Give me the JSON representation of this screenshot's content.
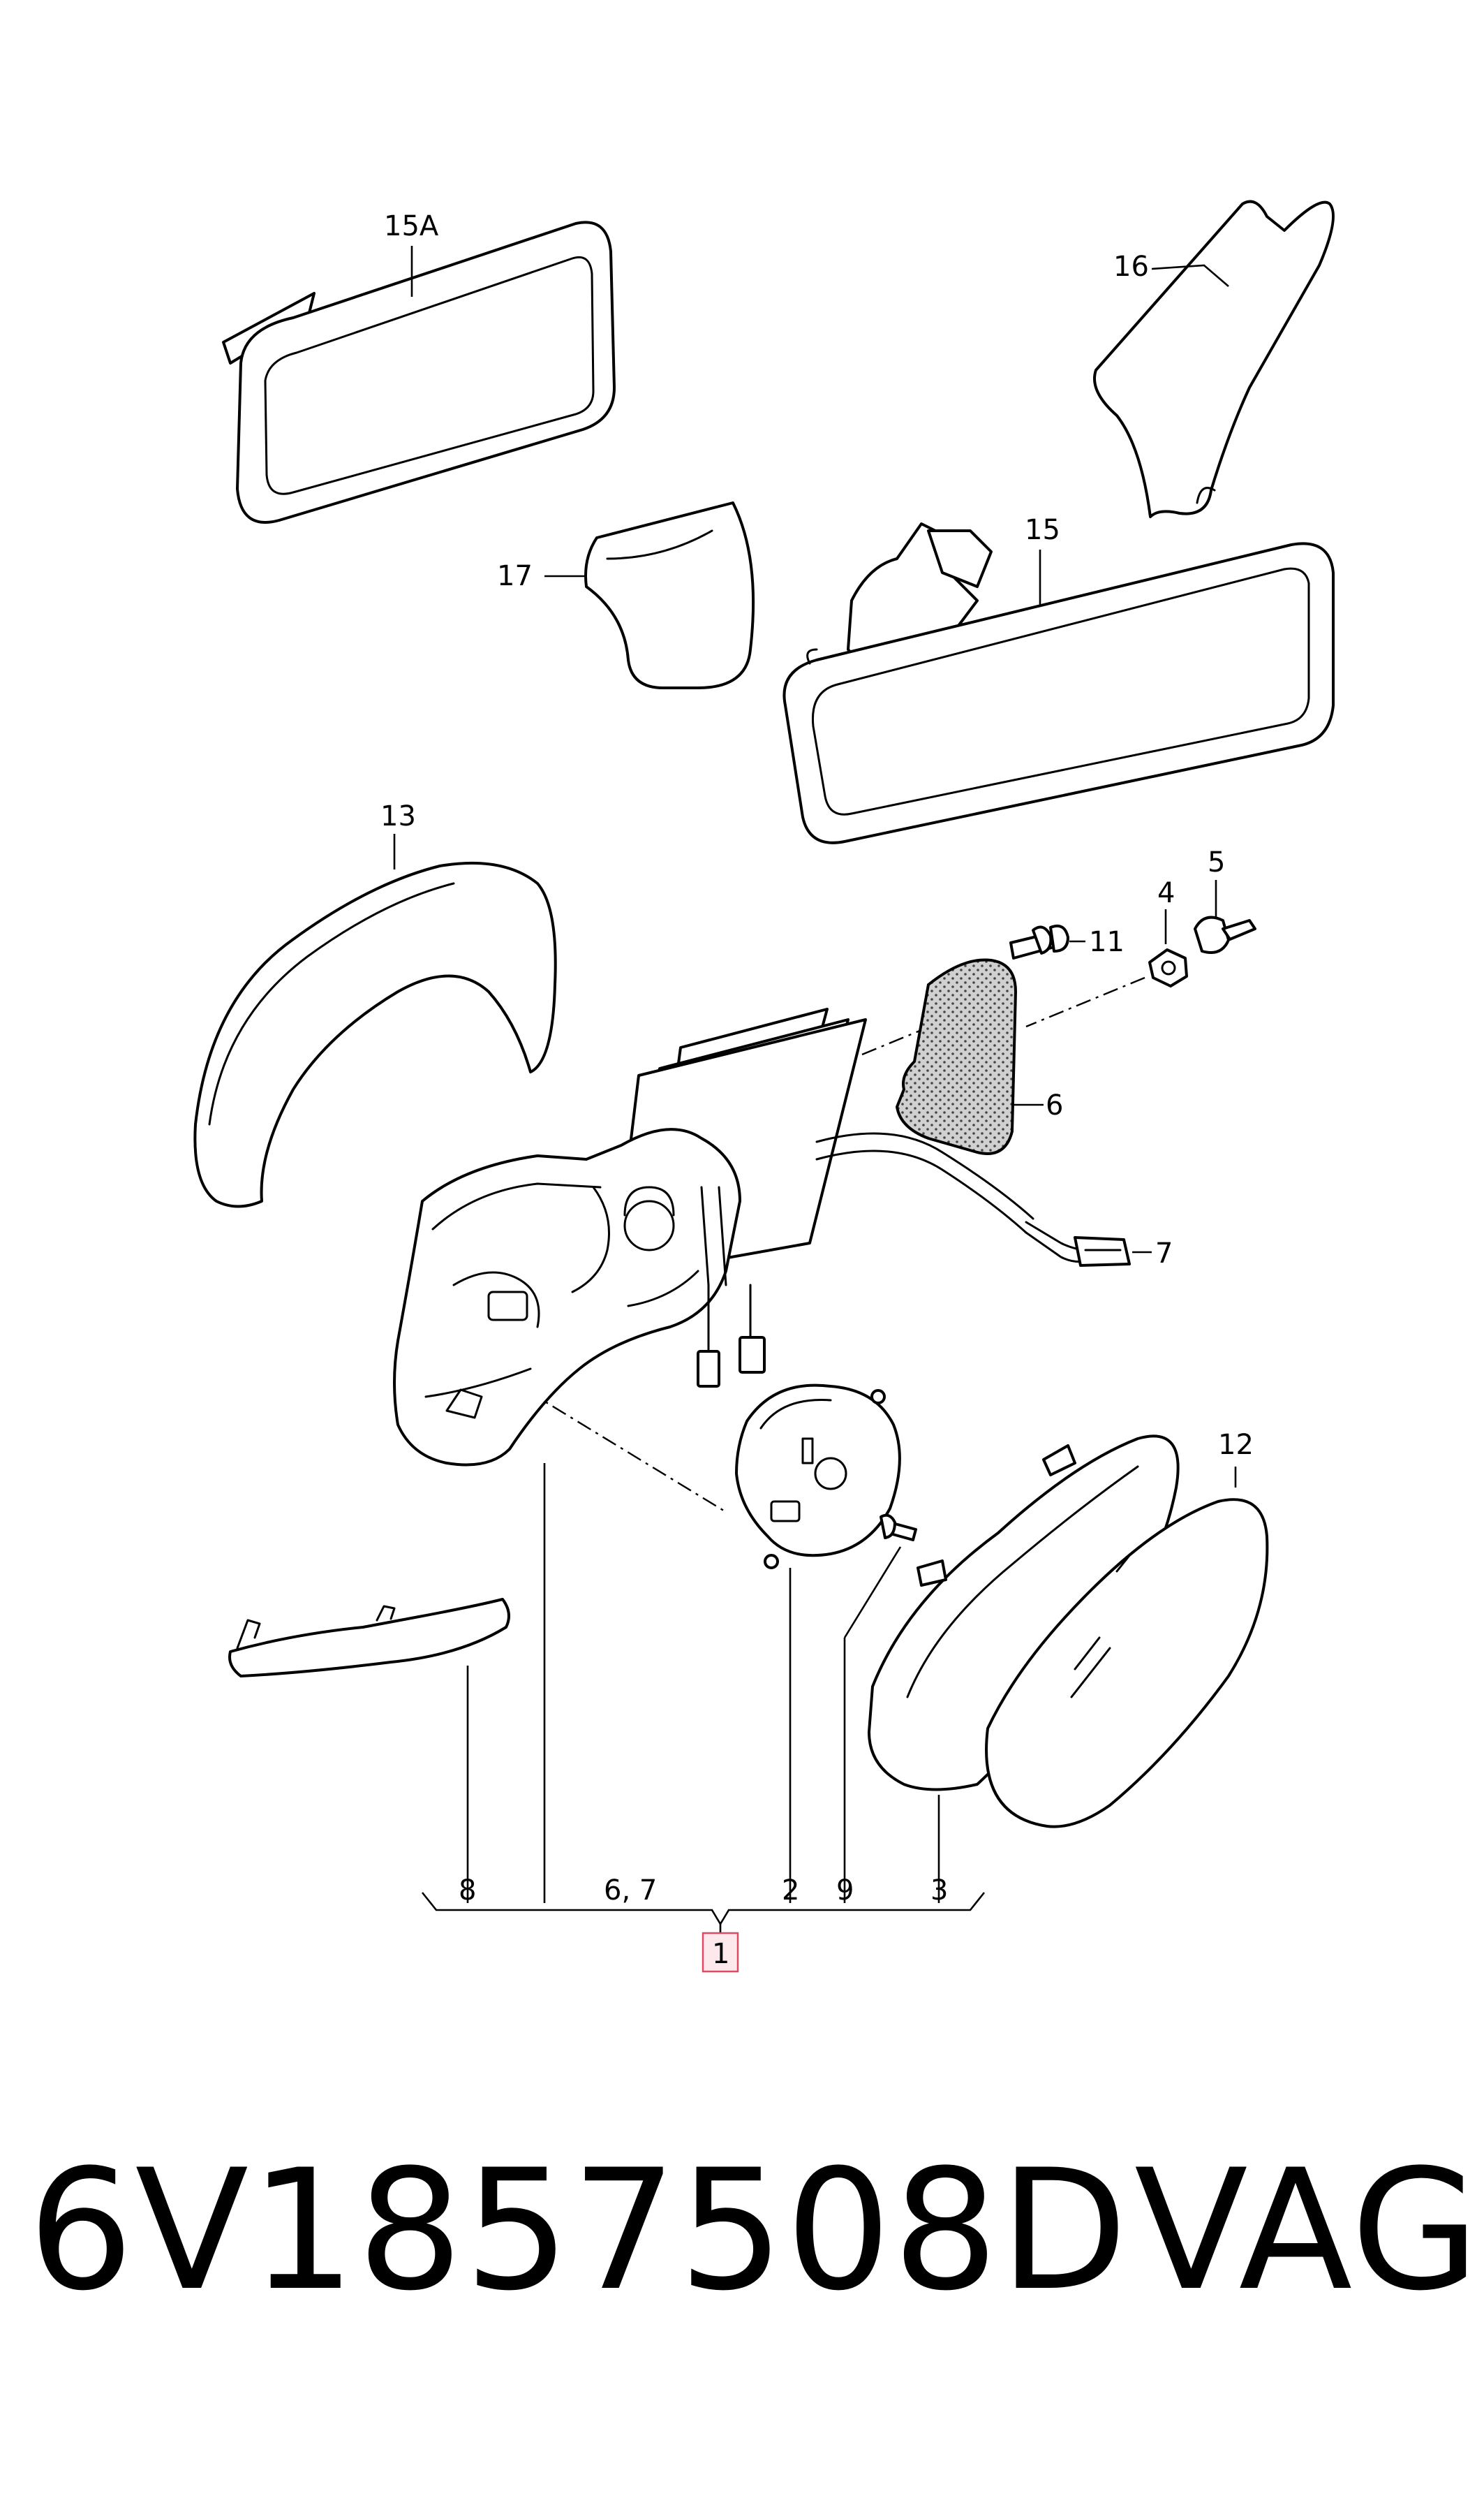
{
  "diagram": {
    "callouts": [
      {
        "id": "15A",
        "text": "15A"
      },
      {
        "id": "16",
        "text": "16"
      },
      {
        "id": "17",
        "text": "17"
      },
      {
        "id": "15",
        "text": "15"
      },
      {
        "id": "13",
        "text": "13"
      },
      {
        "id": "4",
        "text": "4"
      },
      {
        "id": "5",
        "text": "5"
      },
      {
        "id": "11",
        "text": "11"
      },
      {
        "id": "6",
        "text": "6"
      },
      {
        "id": "7",
        "text": "7"
      },
      {
        "id": "12",
        "text": "12"
      },
      {
        "id": "8",
        "text": "8"
      },
      {
        "id": "6-7",
        "text": "6, 7"
      },
      {
        "id": "2",
        "text": "2"
      },
      {
        "id": "9",
        "text": "9"
      },
      {
        "id": "3",
        "text": "3"
      },
      {
        "id": "1",
        "text": "1",
        "highlighted": true
      }
    ],
    "highlight_color": "#e04a64"
  },
  "footer": {
    "part_number": "6V1857508D",
    "brand": "VAG"
  }
}
